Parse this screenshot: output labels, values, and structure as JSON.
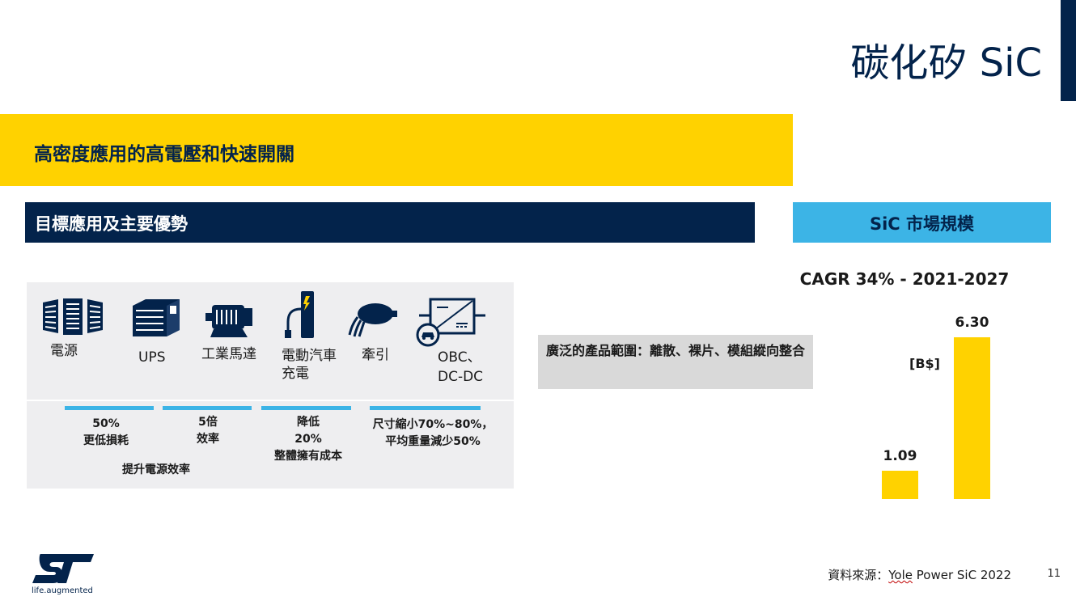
{
  "title": "碳化矽 SiC",
  "banner": "高密度應用的高電壓和快速開關",
  "section_left": "目標應用及主要優勢",
  "section_right": "SiC 市場規模",
  "applications": [
    {
      "label": "電源",
      "icon": "power-supply-icon"
    },
    {
      "label": "UPS",
      "icon": "ups-icon"
    },
    {
      "label": "工業馬達",
      "icon": "motor-icon"
    },
    {
      "label": "電動汽車",
      "label2": "充電",
      "icon": "ev-charger-icon"
    },
    {
      "label": "牽引",
      "icon": "traction-motor-icon"
    },
    {
      "label": "OBC、",
      "label2": "DC-DC",
      "icon": "dc-dc-converter-icon"
    }
  ],
  "advantages": [
    {
      "line1": "50%",
      "line2": "更低損耗"
    },
    {
      "line1": "5倍",
      "line2": "效率"
    },
    {
      "line1": "降低",
      "line2": "20%",
      "line3": "整體擁有成本"
    },
    {
      "line1": "尺寸縮小70%~80%，",
      "line2": "平均重量減少50%"
    }
  ],
  "advantage_group_label": "提升電源效率",
  "product_scope": "廣泛的產品範圍：離散、裸片、模組縱向整合",
  "chart_data": {
    "type": "bar",
    "title": "CAGR 34% - 2021-2027",
    "ylabel": "[B$]",
    "categories": [
      "",
      ""
    ],
    "values": [
      1.09,
      6.3
    ],
    "value_labels": [
      "1.09",
      "6.30"
    ],
    "color": "#ffd200"
  },
  "source": {
    "prefix": "資料來源：",
    "link_text": "Yole",
    "rest": " Power SiC 2022"
  },
  "page_number": "11",
  "logo_tagline": "life.augmented",
  "colors": {
    "navy": "#03234b",
    "yellow": "#ffd200",
    "blue": "#3cb4e6",
    "panel": "#eeeef0"
  }
}
